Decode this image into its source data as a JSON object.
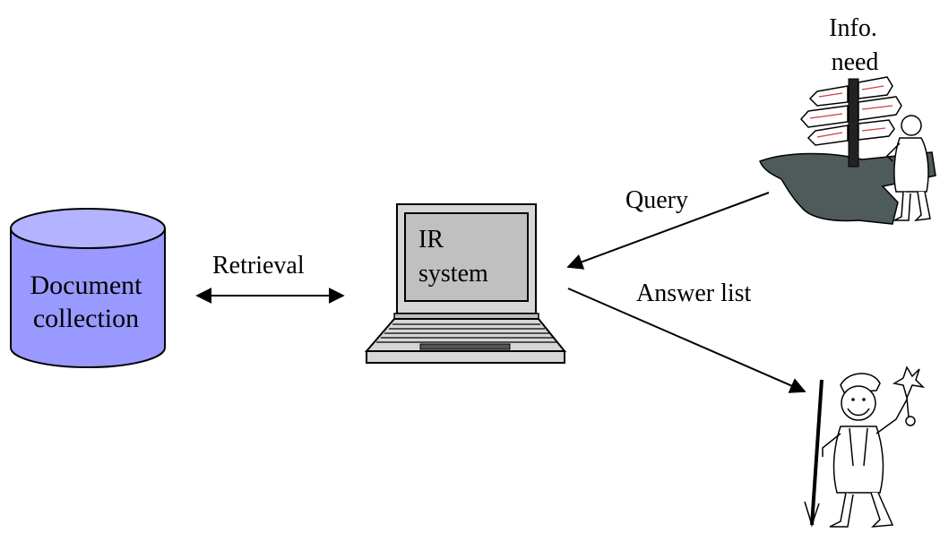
{
  "diagram": {
    "document_collection": {
      "line1": "Document",
      "line2": "collection"
    },
    "ir_system": {
      "line1": "IR",
      "line2": "system"
    },
    "info_need": {
      "line1": "Info.",
      "line2": "need"
    },
    "edges": {
      "retrieval": "Retrieval",
      "query": "Query",
      "answer_list": "Answer list"
    }
  },
  "colors": {
    "cylinder_fill": "#9999ff",
    "cylinder_top": "#b3b3ff",
    "laptop_fill": "#d6d6d6",
    "screen_fill": "#c0c0c0",
    "shadow_fill": "#4f5a5a",
    "stroke": "#000000"
  }
}
